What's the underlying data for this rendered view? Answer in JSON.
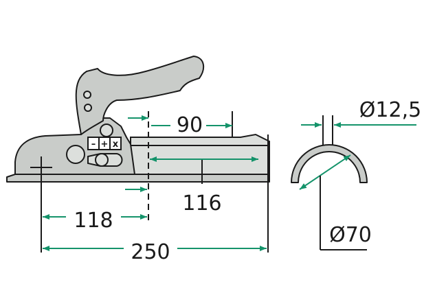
{
  "colors": {
    "dimension": "#14936a",
    "part_fill": "#c9ccc9",
    "part_fill_light": "#dcdfdc",
    "outline": "#1a1a1a",
    "background": "#ffffff"
  },
  "dimensions": {
    "d90": "90",
    "d116": "116",
    "d118": "118",
    "d250": "250",
    "diam_bolt": "Ø12,5",
    "diam_ball": "Ø70"
  },
  "lock_symbols": {
    "minus": "–",
    "plus": "+",
    "cross": "x"
  }
}
